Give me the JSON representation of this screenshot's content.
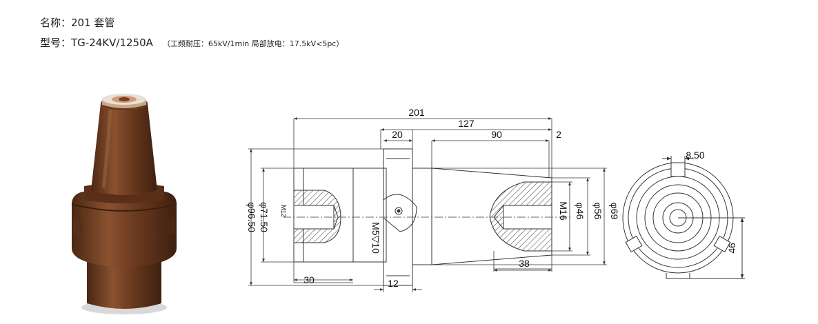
{
  "header": {
    "name_label": "名称：",
    "name_value": "201 套管",
    "model_label": "型号：",
    "model_value": "TG-24KV/1250A",
    "spec_text": "（工频耐压：65kV/1min  局部放电：17.5kV<5pc）"
  },
  "drawing": {
    "dims": {
      "overall_length": "201",
      "main_length": "127",
      "flange_width": "20",
      "cone_length": "90",
      "small_gap": "2",
      "dia_71": "φ71.50",
      "dia_96": "φ96.50",
      "thread_m12": "M12",
      "thread_m5": "M5▽10",
      "thread_m16": "M16",
      "dia_46": "φ46",
      "dia_56": "φ56",
      "dia_69": "φ69",
      "left_depth": "30",
      "flange_thk": "12",
      "right_depth": "38",
      "slot_width": "8.50",
      "slot_pos": "46"
    }
  },
  "colors": {
    "body": "#6b3a1f",
    "body_dark": "#4a2713",
    "body_light": "#8a5230",
    "line": "#333333"
  }
}
